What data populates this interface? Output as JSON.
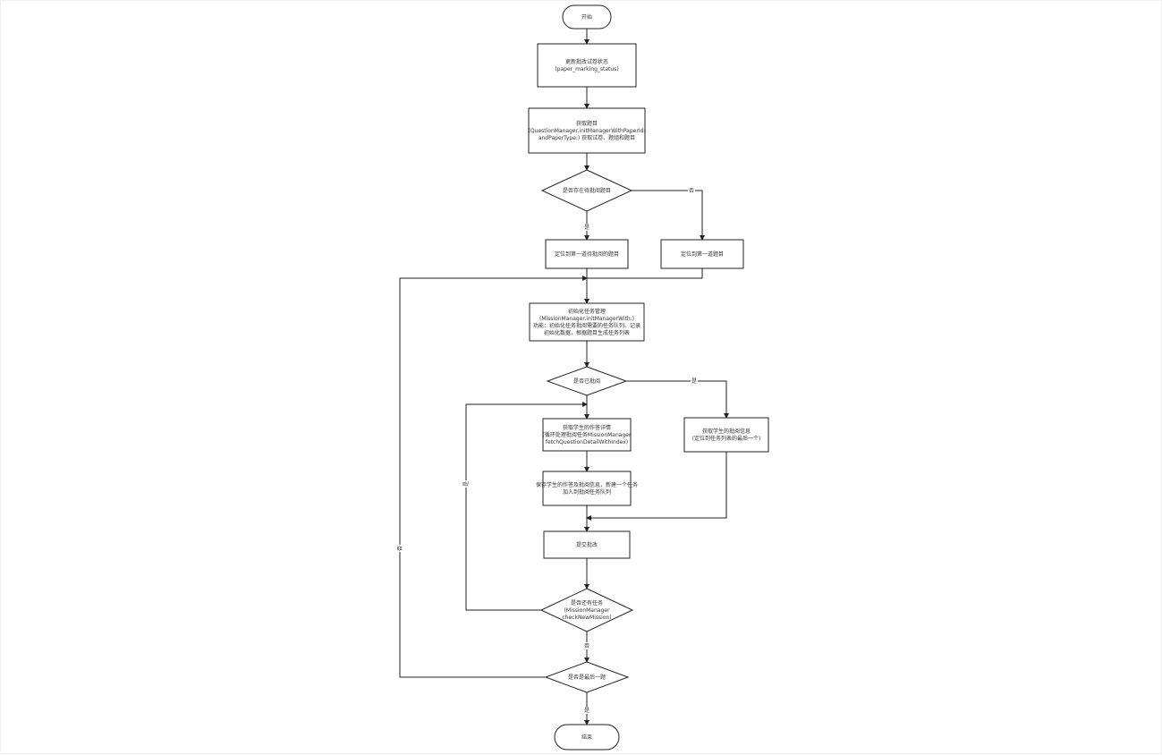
{
  "diagram": {
    "nodes": {
      "start": {
        "type": "terminal",
        "lines": [
          "开始"
        ]
      },
      "update_status": {
        "type": "process",
        "lines": [
          "更新批改试卷状态",
          "(paper_marking_status)"
        ]
      },
      "get_questions": {
        "type": "process",
        "lines": [
          "获取题目",
          "(QuestionManager.initManagerWithPaperId:",
          "andPaperType:) 获取试卷、题组和题目"
        ]
      },
      "cond_has_subjective": {
        "type": "decision",
        "lines": [
          "是否存在待批阅题目"
        ]
      },
      "locate_first_unmarked": {
        "type": "process",
        "lines": [
          "定位到第一道待批阅的题目"
        ]
      },
      "locate_first": {
        "type": "process",
        "lines": [
          "定位到第一道题目"
        ]
      },
      "init_task": {
        "type": "process",
        "lines": [
          "初始化任务管理",
          "(MissionManager.initManagerWith:)",
          "功能：初始化任务批阅需要的任务队列、记录",
          "初始化数据，根据题目生成任务列表"
        ]
      },
      "cond_is_marked": {
        "type": "decision",
        "lines": [
          "是否已批阅"
        ]
      },
      "get_student_answers": {
        "type": "process",
        "lines": [
          "获取学生的作答详情",
          "(循环处理批阅任务MissionManager",
          "fetchQuestionDetailWithIndex)"
        ]
      },
      "get_mark_info": {
        "type": "process",
        "lines": [
          "获取学生的批阅信息",
          "(定位到任务列表的最后一个)"
        ]
      },
      "save_mark_info": {
        "type": "process",
        "lines": [
          "保存学生的作答及批阅信息，新建一个任务",
          "加入到批阅任务队列"
        ]
      },
      "submit": {
        "type": "process",
        "lines": [
          "提交批改"
        ]
      },
      "cond_has_mission": {
        "type": "decision",
        "lines": [
          "是否还有任务",
          "(MissionManager",
          "checkNewMission)"
        ]
      },
      "cond_is_last": {
        "type": "decision",
        "lines": [
          "是否是最后一题"
        ]
      },
      "end": {
        "type": "terminal",
        "lines": [
          "结束"
        ]
      }
    },
    "edge_labels": {
      "has_subjective_yes": "是",
      "has_subjective_no": "否",
      "is_marked_yes": "是",
      "has_mission_yes": "是",
      "has_mission_no": "否",
      "is_last_no": "否",
      "is_last_yes": "是"
    }
  }
}
